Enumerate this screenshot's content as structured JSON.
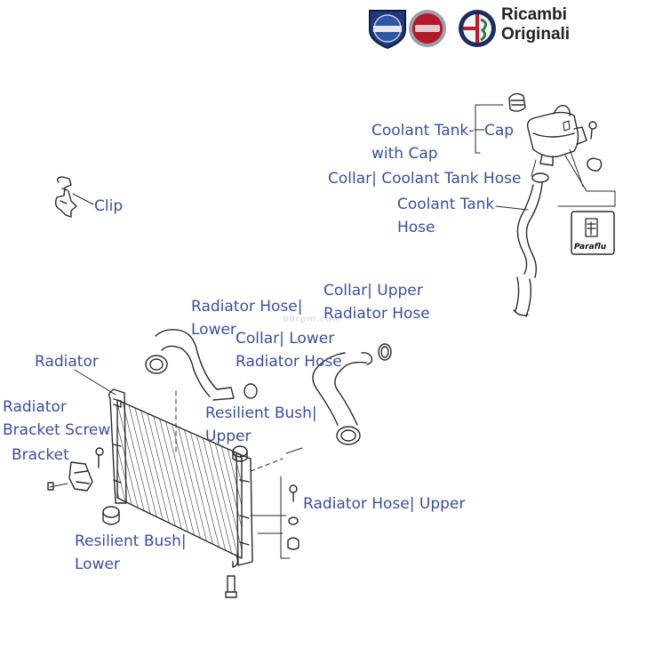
{
  "brand": {
    "line1": "Ricambi",
    "line2": "Originali",
    "logo_left": "LANCIA",
    "logo_mid": "FIAT",
    "logo_right": "ALFA ROMEO",
    "accent_blue": "#1e3a7a",
    "accent_red": "#b3182b"
  },
  "watermark": "99rpm.com",
  "badge_brand": "Paraflu",
  "label_color": "#3b4fa0",
  "labels": {
    "coolant_tank_with_cap_1": "Coolant Tank-",
    "coolant_tank_with_cap_2": "with Cap",
    "cap": "Cap",
    "collar_coolant_tank_hose": "Collar| Coolant Tank Hose",
    "coolant_tank_hose_1": "Coolant Tank",
    "coolant_tank_hose_2": "Hose",
    "clip": "Clip",
    "collar_upper_radiator_hose_1": "Collar| Upper",
    "collar_upper_radiator_hose_2": "Radiator Hose",
    "radiator_hose_lower_1": "Radiator Hose|",
    "radiator_hose_lower_2": "Lower",
    "collar_lower_radiator_hose_1": "Collar| Lower",
    "collar_lower_radiator_hose_2": "Radiator Hose",
    "radiator": "Radiator",
    "radiator_bracket_screw_1": "Radiator",
    "radiator_bracket_screw_2": "Bracket Screw",
    "bracket": "Bracket",
    "resilient_bush_upper_1": "Resilient Bush|",
    "resilient_bush_upper_2": "Upper",
    "radiator_hose_upper": "Radiator Hose| Upper",
    "resilient_bush_lower_1": "Resilient Bush|",
    "resilient_bush_lower_2": "Lower"
  }
}
